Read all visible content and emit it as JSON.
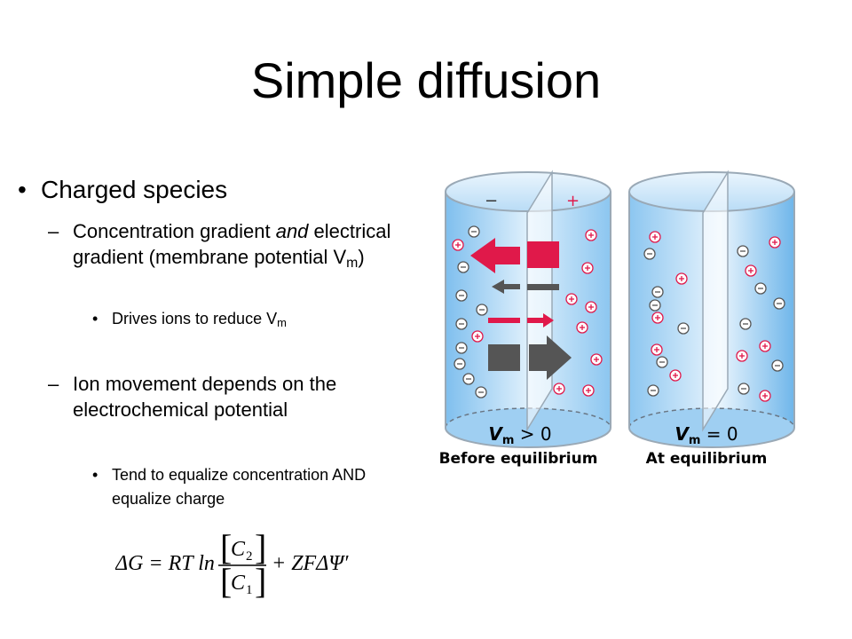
{
  "title": "Simple diffusion",
  "bullets": {
    "l1": "Charged species",
    "item1_a": "Concentration gradient ",
    "item1_and": "and",
    "item1_b": " electrical gradient (membrane potential V",
    "item1_sub": "m",
    "item1_c": ")",
    "sub1_a": "Drives ions to reduce V",
    "sub1_sub": "m",
    "item2": "Ion movement depends on the electrochemical potential",
    "sub2": "Tend to equalize concentration AND equalize charge"
  },
  "formula": {
    "lhs": "ΔG = RT ln",
    "num_c": "C",
    "num_sub": "2",
    "den_c": "C",
    "den_sub": "1",
    "rhs": "+ ZFΔΨ′"
  },
  "diagram": {
    "left": {
      "vm_label": "V",
      "vm_sub": "m",
      "vm_rel": " > 0",
      "caption": "Before equilibrium",
      "minus_sign": "−",
      "plus_sign": "+"
    },
    "right": {
      "vm_label": "V",
      "vm_sub": "m",
      "vm_rel": " = 0",
      "caption": "At equilibrium"
    },
    "colors": {
      "cation_red": "#e0194a",
      "anion_gray": "#555555",
      "water_blue": "#a9d3f4"
    }
  }
}
